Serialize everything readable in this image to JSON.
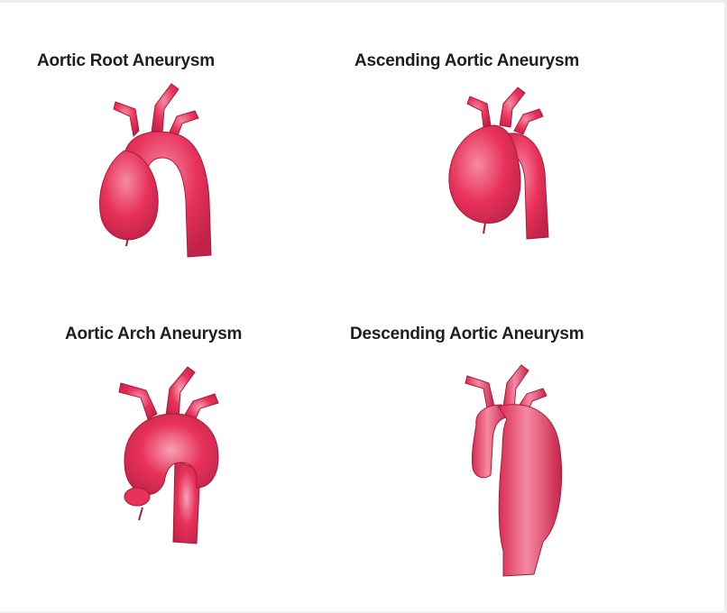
{
  "labels": {
    "root": "Aortic Root Aneurysm",
    "ascending": "Ascending Aortic Aneurysm",
    "arch": "Aortic Arch Aneurysm",
    "descending": "Descending Aortic Aneurysm"
  },
  "colors": {
    "aorta_fill": "#e8325a",
    "aorta_highlight": "#f58aa4",
    "aorta_shadow": "#b81f44",
    "aorta_outline": "#a81a3b",
    "label_text": "#1e1e1e",
    "background": "#ffffff"
  }
}
